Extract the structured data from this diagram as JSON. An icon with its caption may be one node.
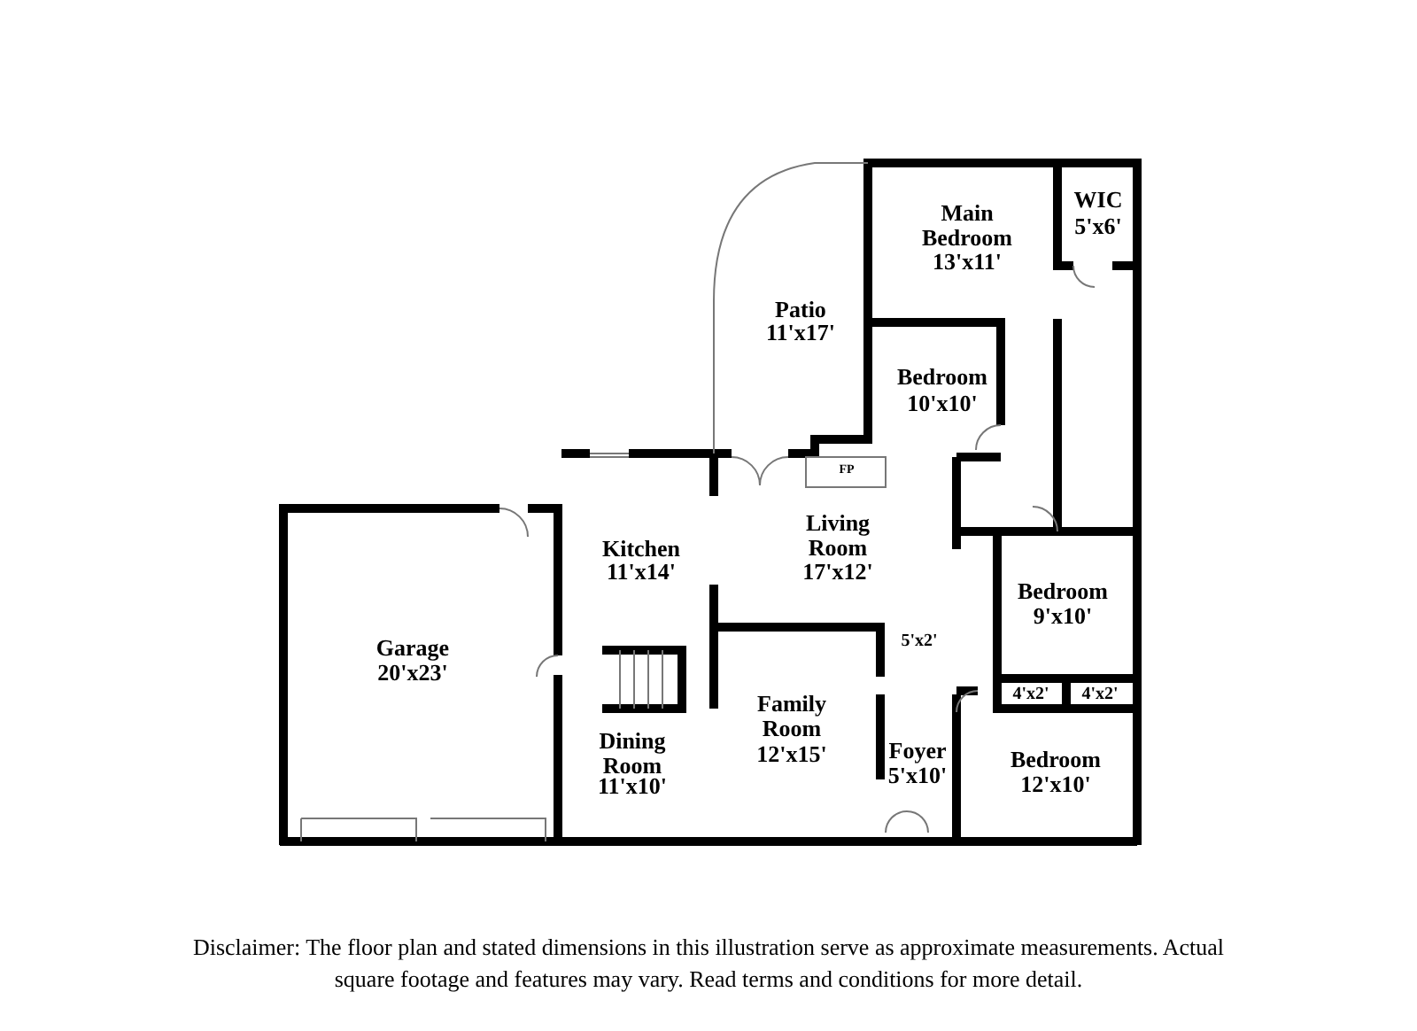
{
  "diagram": {
    "caption": "Disclaimer: The floor plan and stated dimensions in this illustration serve as approximate measurements. Actual square footage and features may vary. Read terms and conditions for more detail.",
    "labels": [
      "Main Bedroom",
      "13'x11'",
      "WIC",
      "5'x6'",
      "Patio",
      "11'x17'",
      "Bedroom",
      "10'x10'",
      "FP",
      "Kitchen",
      "11'x14'",
      "Living Room",
      "17'x12'",
      "Bedroom",
      "9'x10'",
      "Garage",
      "20'x23'",
      "5'x2'",
      "4'x2'",
      "4'x2'",
      "Family Room",
      "12'x15'",
      "Dining Room",
      "11'x10'",
      "Foyer",
      "5'x10'",
      "Bedroom",
      "12'x10'"
    ]
  }
}
